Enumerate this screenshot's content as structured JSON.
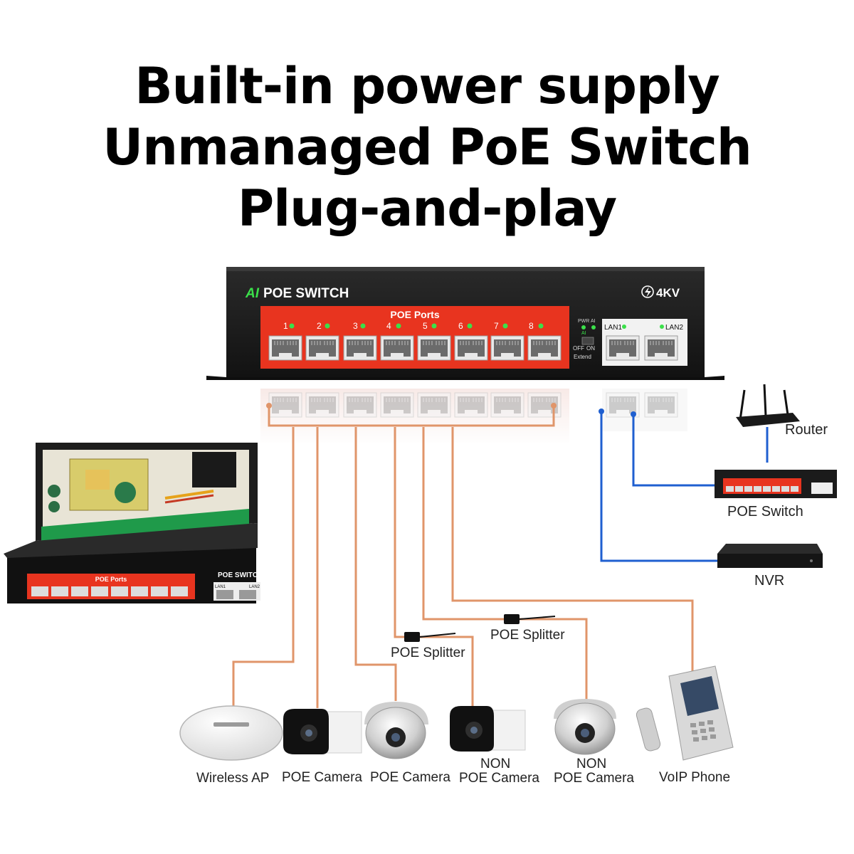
{
  "headline": {
    "line1": "Built-in power supply",
    "line2": "Unmanaged PoE Switch",
    "line3": "Plug-and-play"
  },
  "switch": {
    "brand_prefix": "AI",
    "brand_name": "POE SWITCH",
    "surge_rating": "4KV",
    "ports_banner": "POE Ports",
    "port_numbers": [
      "1",
      "2",
      "3",
      "4",
      "5",
      "6",
      "7",
      "8"
    ],
    "uplinks": [
      "LAN1",
      "LAN2"
    ],
    "indicators": [
      "PWR",
      "AI",
      "AI"
    ],
    "mode_switch": {
      "off": "OFF",
      "on": "ON",
      "label": "Extend"
    }
  },
  "cutaway_unit": {
    "ports_banner": "POE Ports",
    "brand_name": "POE SWITCH",
    "uplinks": [
      "LAN1",
      "LAN2"
    ]
  },
  "devices": {
    "router": "Router",
    "poe_switch": "POE Switch",
    "nvr": "NVR",
    "splitter_1": "POE Splitter",
    "splitter_2": "POE Splitter",
    "wireless_ap": "Wireless AP",
    "poe_camera_1": "POE Camera",
    "poe_camera_2": "POE Camera",
    "non_poe_camera_1": {
      "line1": "NON",
      "line2": "POE Camera"
    },
    "non_poe_camera_2": {
      "line1": "NON",
      "line2": "POE Camera"
    },
    "voip_phone": "VoIP Phone"
  },
  "colors": {
    "poe_cable": "#e0956a",
    "lan_cable": "#1f5fd0",
    "port_panel": "#e8341f",
    "chassis": "#1b1b1b",
    "led": "#3be04a"
  }
}
